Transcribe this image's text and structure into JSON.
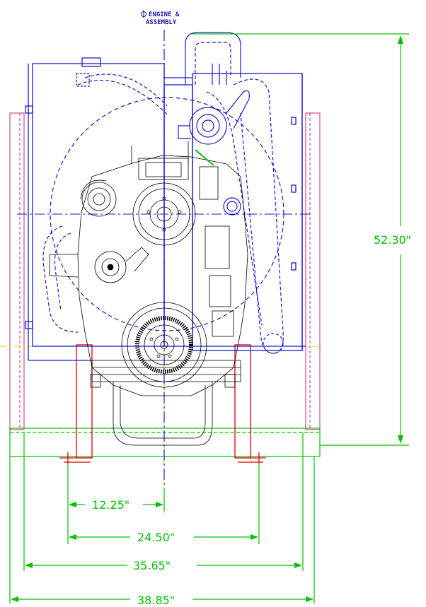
{
  "header": {
    "centerline_label_line1": "ENGINE &",
    "centerline_label_line2": "ASSEMBLY"
  },
  "dimensions": {
    "height": "52.30\"",
    "half_mount": "12.25\"",
    "mount_span": "24.50\"",
    "frame_width": "35.65\"",
    "overall_width": "38.85\""
  },
  "colors": {
    "engine": "#1a1ad0",
    "dimension": "#00c000",
    "mount": "#e00000",
    "frame": "#d04a8a",
    "centerline": "#e0d000",
    "outline": "#000000"
  }
}
